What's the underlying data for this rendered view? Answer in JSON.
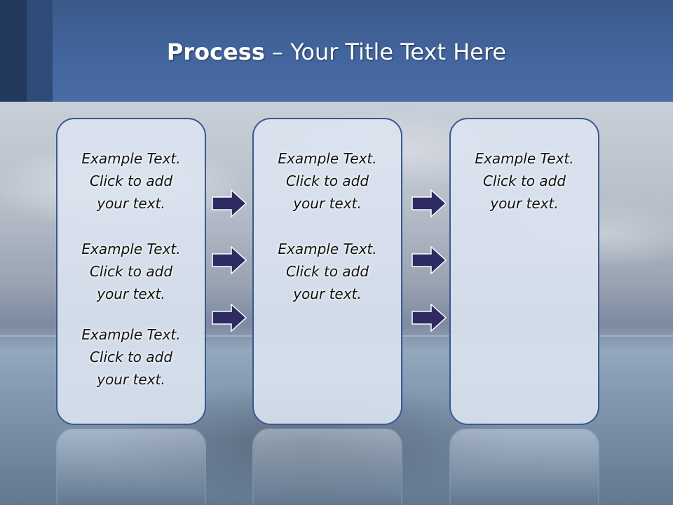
{
  "slide": {
    "title_bold": "Process",
    "title_rest": "– Your Title Text Here"
  },
  "columns": [
    {
      "items": [
        {
          "line1": "Example Text.",
          "line2": "Click  to add",
          "line3": "your text."
        },
        {
          "line1": "Example Text.",
          "line2": "Click  to add",
          "line3": "your text."
        },
        {
          "line1": "Example Text.",
          "line2": "Click  to add",
          "line3": "your text."
        }
      ]
    },
    {
      "items": [
        {
          "line1": "Example Text.",
          "line2": "Click  to add",
          "line3": "your text."
        },
        {
          "line1": "Example Text.",
          "line2": "Click  to add",
          "line3": "your text."
        }
      ]
    },
    {
      "items": [
        {
          "line1": "Example Text.",
          "line2": "Click  to add",
          "line3": "your text."
        }
      ]
    }
  ],
  "colors": {
    "arrow_fill": "#2e2a62",
    "box_border": "#3c5790",
    "header": "#4466a0"
  }
}
